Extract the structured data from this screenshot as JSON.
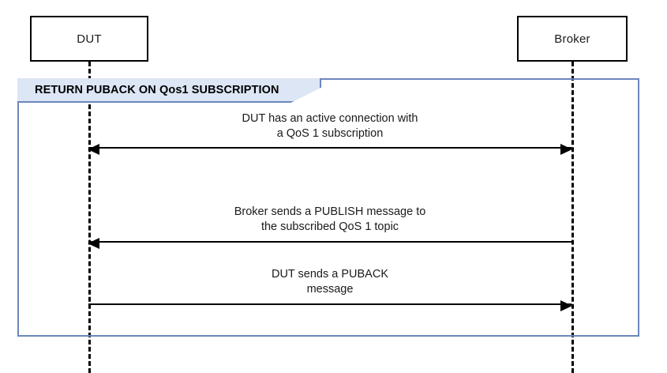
{
  "diagram": {
    "title": "RETURN PUBACK ON Qos1 SUBSCRIPTION",
    "participants": [
      {
        "id": "dut",
        "label": "DUT"
      },
      {
        "id": "broker",
        "label": "Broker"
      }
    ],
    "fragment": {
      "label": "RETURN PUBACK ON Qos1 SUBSCRIPTION",
      "border_color": "#6b87bd",
      "label_background": "#dce6f5"
    },
    "messages": [
      {
        "id": "message-1",
        "caption": "DUT has an active connection with\na QoS 1 subscription",
        "direction": "both",
        "from": "dut",
        "to": "broker"
      },
      {
        "id": "message-2",
        "caption": "Broker sends a PUBLISH message to\nthe subscribed QoS 1 topic",
        "direction": "left",
        "from": "broker",
        "to": "dut"
      },
      {
        "id": "message-3",
        "caption": "DUT sends a PUBACK\nmessage",
        "direction": "right",
        "from": "dut",
        "to": "broker"
      }
    ]
  }
}
